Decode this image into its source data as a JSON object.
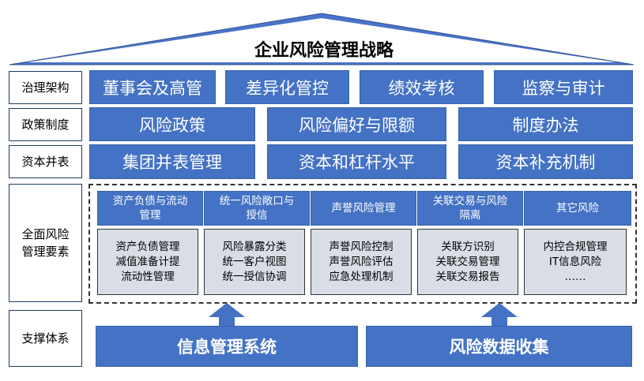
{
  "roof": {
    "title": "企业风险管理战略"
  },
  "rows": {
    "governance": {
      "label": "治理架构",
      "boxes": [
        "董事会及高管",
        "差异化管控",
        "绩效考核",
        "监察与审计"
      ]
    },
    "policy": {
      "label": "政策制度",
      "boxes": [
        "风险政策",
        "风险偏好与限额",
        "制度办法"
      ]
    },
    "capital": {
      "label": "资本并表",
      "boxes": [
        "集团并表管理",
        "资本和杠杆水平",
        "资本补充机制"
      ]
    },
    "elements": {
      "label_line1": "全面风险",
      "label_line2": "管理要素",
      "categories": [
        {
          "head_line1": "资产负债与流动",
          "head_line2": "管理",
          "items": [
            "资产负债管理",
            "减值准备计提",
            "流动性管理"
          ]
        },
        {
          "head_line1": "统一风险敞口与",
          "head_line2": "授信",
          "items": [
            "风险暴露分类",
            "统一客户视图",
            "统一授信协调"
          ]
        },
        {
          "head_line1": "声誉风险管理",
          "head_line2": "",
          "items": [
            "声誉风险控制",
            "声誉风险评估",
            "应急处理机制"
          ]
        },
        {
          "head_line1": "关联交易与风险",
          "head_line2": "隔离",
          "items": [
            "关联方识别",
            "关联交易管理",
            "关联交易报告"
          ]
        },
        {
          "head_line1": "其它风险",
          "head_line2": "",
          "items": [
            "内控合规管理",
            "IT信息风险",
            "……"
          ]
        }
      ]
    },
    "support": {
      "label": "支撑体系",
      "boxes": [
        "信息管理系统",
        "风险数据收集"
      ]
    }
  },
  "colors": {
    "box_blue": "#4472c4",
    "roof_blue": "#4a74c9",
    "body_gray": "#d9dde6",
    "label_border": "#1f3a66"
  }
}
